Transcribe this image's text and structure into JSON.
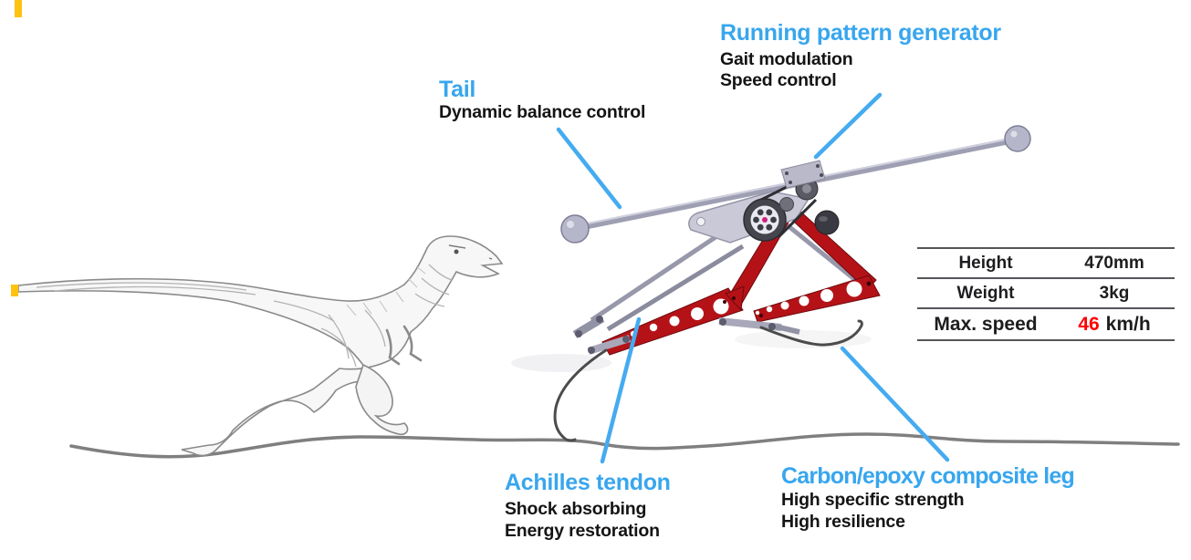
{
  "colors": {
    "accent_blue": "#38A6EE",
    "robot_red": "#B51218",
    "speed_value_red": "#FF0000",
    "marker_yellow": "#FFC20E"
  },
  "callouts": {
    "tail": {
      "title": "Tail",
      "lines": [
        "Dynamic balance control"
      ]
    },
    "running_pattern_generator": {
      "title": "Running pattern generator",
      "lines": [
        "Gait modulation",
        "Speed control"
      ]
    },
    "achilles_tendon": {
      "title": "Achilles tendon",
      "lines": [
        "Shock absorbing",
        "Energy restoration"
      ]
    },
    "composite_leg": {
      "title": "Carbon/epoxy composite leg",
      "lines": [
        "High specific strength",
        "High resilience"
      ]
    }
  },
  "spec_table": {
    "rows": [
      {
        "label": "Height",
        "value": "470mm"
      },
      {
        "label": "Weight",
        "value": "3kg"
      },
      {
        "label": "Max. speed",
        "value_number": "46",
        "value_unit": "km/h"
      }
    ]
  }
}
